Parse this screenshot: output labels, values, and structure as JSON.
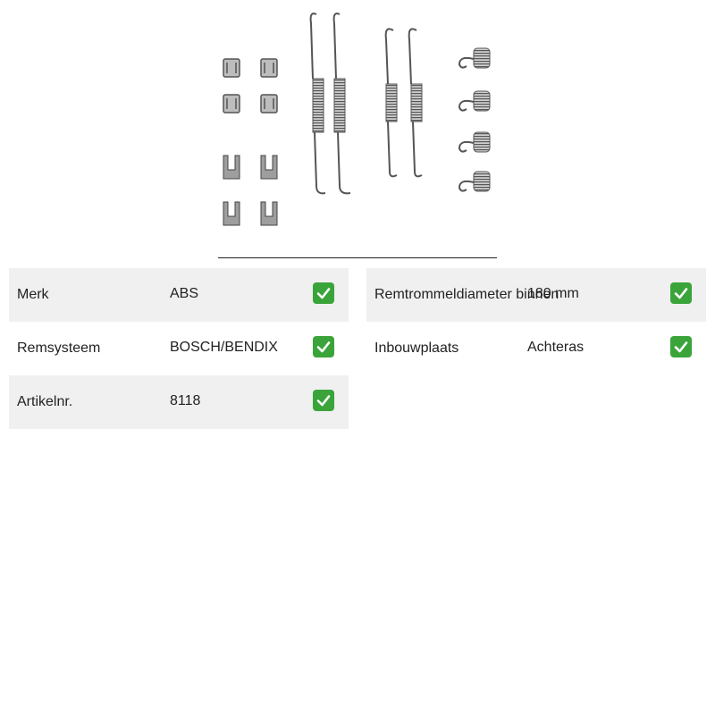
{
  "colors": {
    "row_shade": "#f0f0f0",
    "check_green": "#3aa43a",
    "text": "#222222"
  },
  "product_image": {
    "icon": "brake-spring-kit-illustration"
  },
  "specs_left": [
    {
      "label": "Merk",
      "value": "ABS",
      "verified": true
    },
    {
      "label": "Remsysteem",
      "value": "BOSCH/BENDIX",
      "verified": true
    },
    {
      "label": "Artikelnr.",
      "value": "8118",
      "verified": true
    }
  ],
  "specs_right": [
    {
      "label": "Remtrommeldiameter binnen",
      "value": "180 mm",
      "verified": true
    },
    {
      "label": "Inbouwplaats",
      "value": "Achteras",
      "verified": true
    }
  ]
}
